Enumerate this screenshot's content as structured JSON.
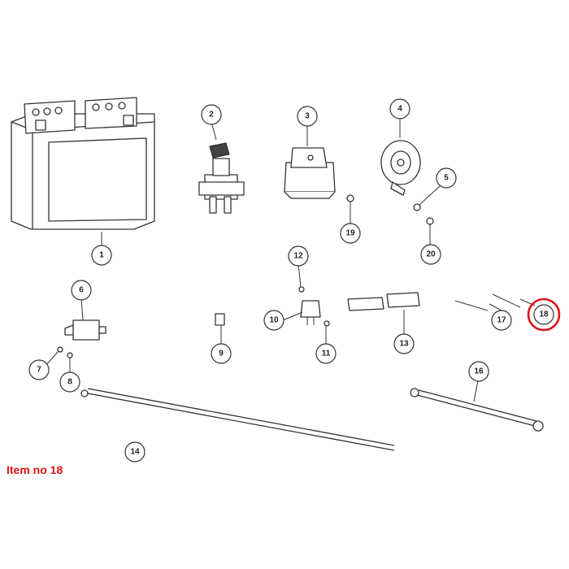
{
  "caption": "Item no 18",
  "highlight_color": "#e01414",
  "highlighted_item": "18",
  "callouts": [
    "1",
    "2",
    "3",
    "4",
    "5",
    "6",
    "7",
    "8",
    "9",
    "10",
    "11",
    "12",
    "13",
    "14",
    "16",
    "17",
    "18",
    "19",
    "20"
  ]
}
